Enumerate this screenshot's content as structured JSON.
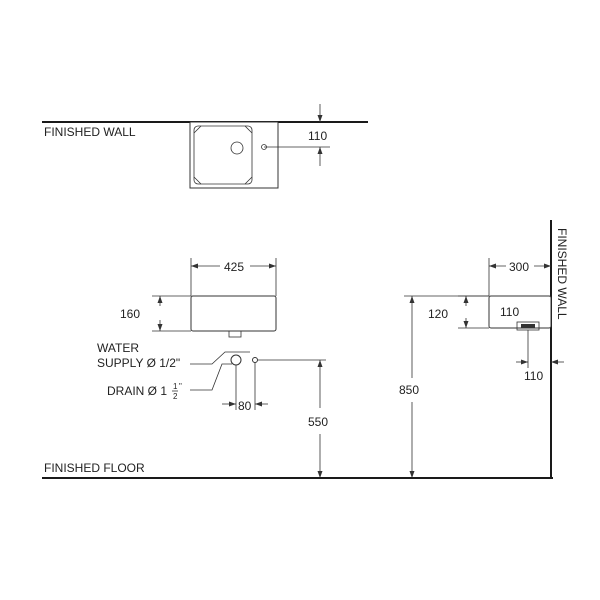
{
  "labels": {
    "finished_wall": "FINISHED WALL",
    "finished_floor": "FINISHED FLOOR",
    "water_supply_line1": "WATER",
    "water_supply_line2": "SUPPLY Ø 1/2\"",
    "drain_prefix": "DRAIN Ø 1",
    "drain_frac_num": "1",
    "drain_frac_den": "2",
    "drain_suffix": "\""
  },
  "dimensions": {
    "top_view_offset": "110",
    "front_width": "425",
    "front_height": "160",
    "pipe_spacing": "80",
    "supply_height": "550",
    "basin_top_height": "850",
    "side_depth": "300",
    "side_basin_height": "120",
    "side_inner": "110",
    "side_wall_offset": "110"
  }
}
